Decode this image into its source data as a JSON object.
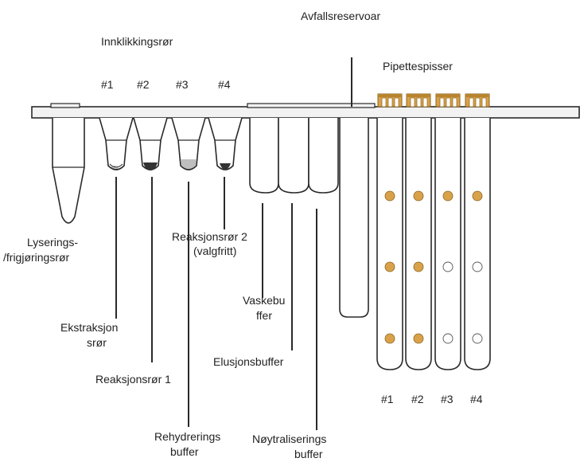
{
  "labels": {
    "avfallsreservoar": "Avfallsreservoar",
    "innklikkingsror": "Innklikkingsrør",
    "pipettespisser": "Pipettespisser",
    "tube_numbers": [
      "#1",
      "#2",
      "#3",
      "#4"
    ],
    "tip_numbers": [
      "#1",
      "#2",
      "#3",
      "#4"
    ],
    "lysering_1": "Lyserings-",
    "lysering_2": "/frigjøringsrør",
    "reaksjonsror2_1": "Reaksjonsrør 2",
    "reaksjonsror2_2": "(valgfritt)",
    "vaskebuffer_1": "Vaskebu",
    "vaskebuffer_2": "ffer",
    "ekstraksjon_1": "Ekstraksjon",
    "ekstraksjon_2": "srør",
    "elusjonsbuffer": "Elusjonsbuffer",
    "reaksjonsror1": "Reaksjonsrør 1",
    "rehydrerings_1": "Rehydrerings",
    "rehydrerings_2": "buffer",
    "noytraliserings_1": "Nøytraliserings",
    "noytraliserings_2": "buffer"
  },
  "colors": {
    "outline": "#2a2a2a",
    "tip_gold": "#d9a24a",
    "tip_gold_dark": "#8a6420",
    "deck": "#f2f2f2",
    "dark_fill": "#333333",
    "light_fill": "#bfbfbf"
  }
}
